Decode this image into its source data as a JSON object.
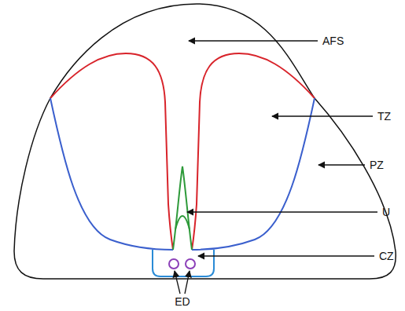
{
  "diagram": {
    "labels": [
      "AFS",
      "TZ",
      "PZ",
      "U",
      "CZ",
      "ED"
    ]
  }
}
